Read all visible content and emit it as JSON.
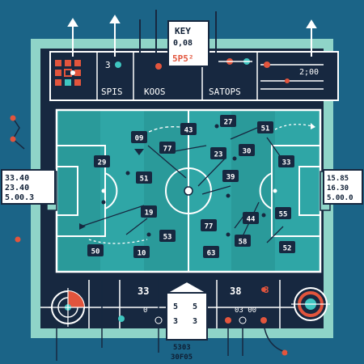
{
  "colors": {
    "background": "#1b6487",
    "frame_light": "#8fd4c8",
    "dark_panel": "#172840",
    "pitch": "#2fa6a6",
    "pitch_dark": "#2a9a9a",
    "line": "#ffffff",
    "accent_red": "#e2553d",
    "accent_teal": "#3fc6c0"
  },
  "top_labels": {
    "left": "SPIS",
    "mid_number": "3",
    "center": "KOOS",
    "right": "SATOPS",
    "right_value": "2;00"
  },
  "key_box": {
    "title": "KEY",
    "value": "0,08",
    "code": "5P5²"
  },
  "side_boards": {
    "left": [
      "33.40",
      "23.40",
      "5.00.3"
    ],
    "right": [
      "15.85",
      "16.30",
      "5.00.0"
    ]
  },
  "markers": [
    "09",
    "43",
    "27",
    "51",
    "77",
    "23",
    "30",
    "29",
    "33",
    "51",
    "39",
    "19",
    "77",
    "44",
    "55",
    "53",
    "58",
    "50",
    "10",
    "63",
    "52"
  ],
  "bottom": {
    "center_number": "33",
    "right_number": "38",
    "right_small": "3",
    "left_small": "0",
    "dots_value": "03  00",
    "footer_line1": "5303",
    "footer_line2": "30F05",
    "device_text": [
      "5",
      "5",
      "3",
      "3"
    ]
  },
  "icons": [
    "grid-logo-icon",
    "target-dial-icon",
    "radar-dial-icon",
    "up-arrow-icon",
    "goal-net-icon"
  ]
}
